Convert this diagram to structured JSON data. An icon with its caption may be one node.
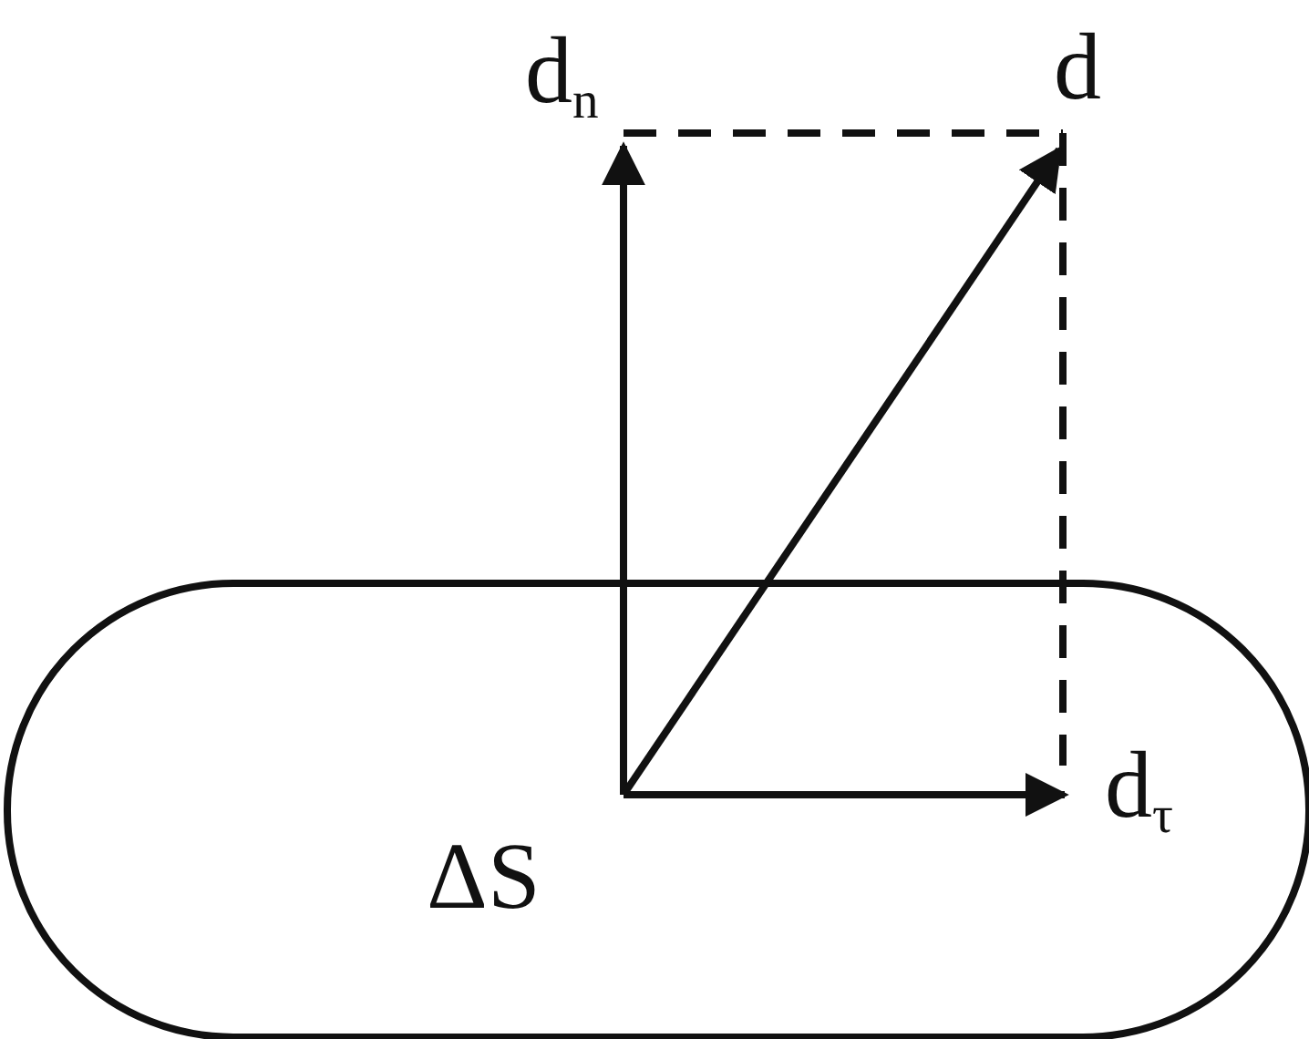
{
  "diagram": {
    "nodes": [
      {
        "text": [
          "ΔS"
        ]
      }
    ],
    "labels": [
      "d$_{n}$",
      "d",
      "d$_{τ}$"
    ]
  }
}
